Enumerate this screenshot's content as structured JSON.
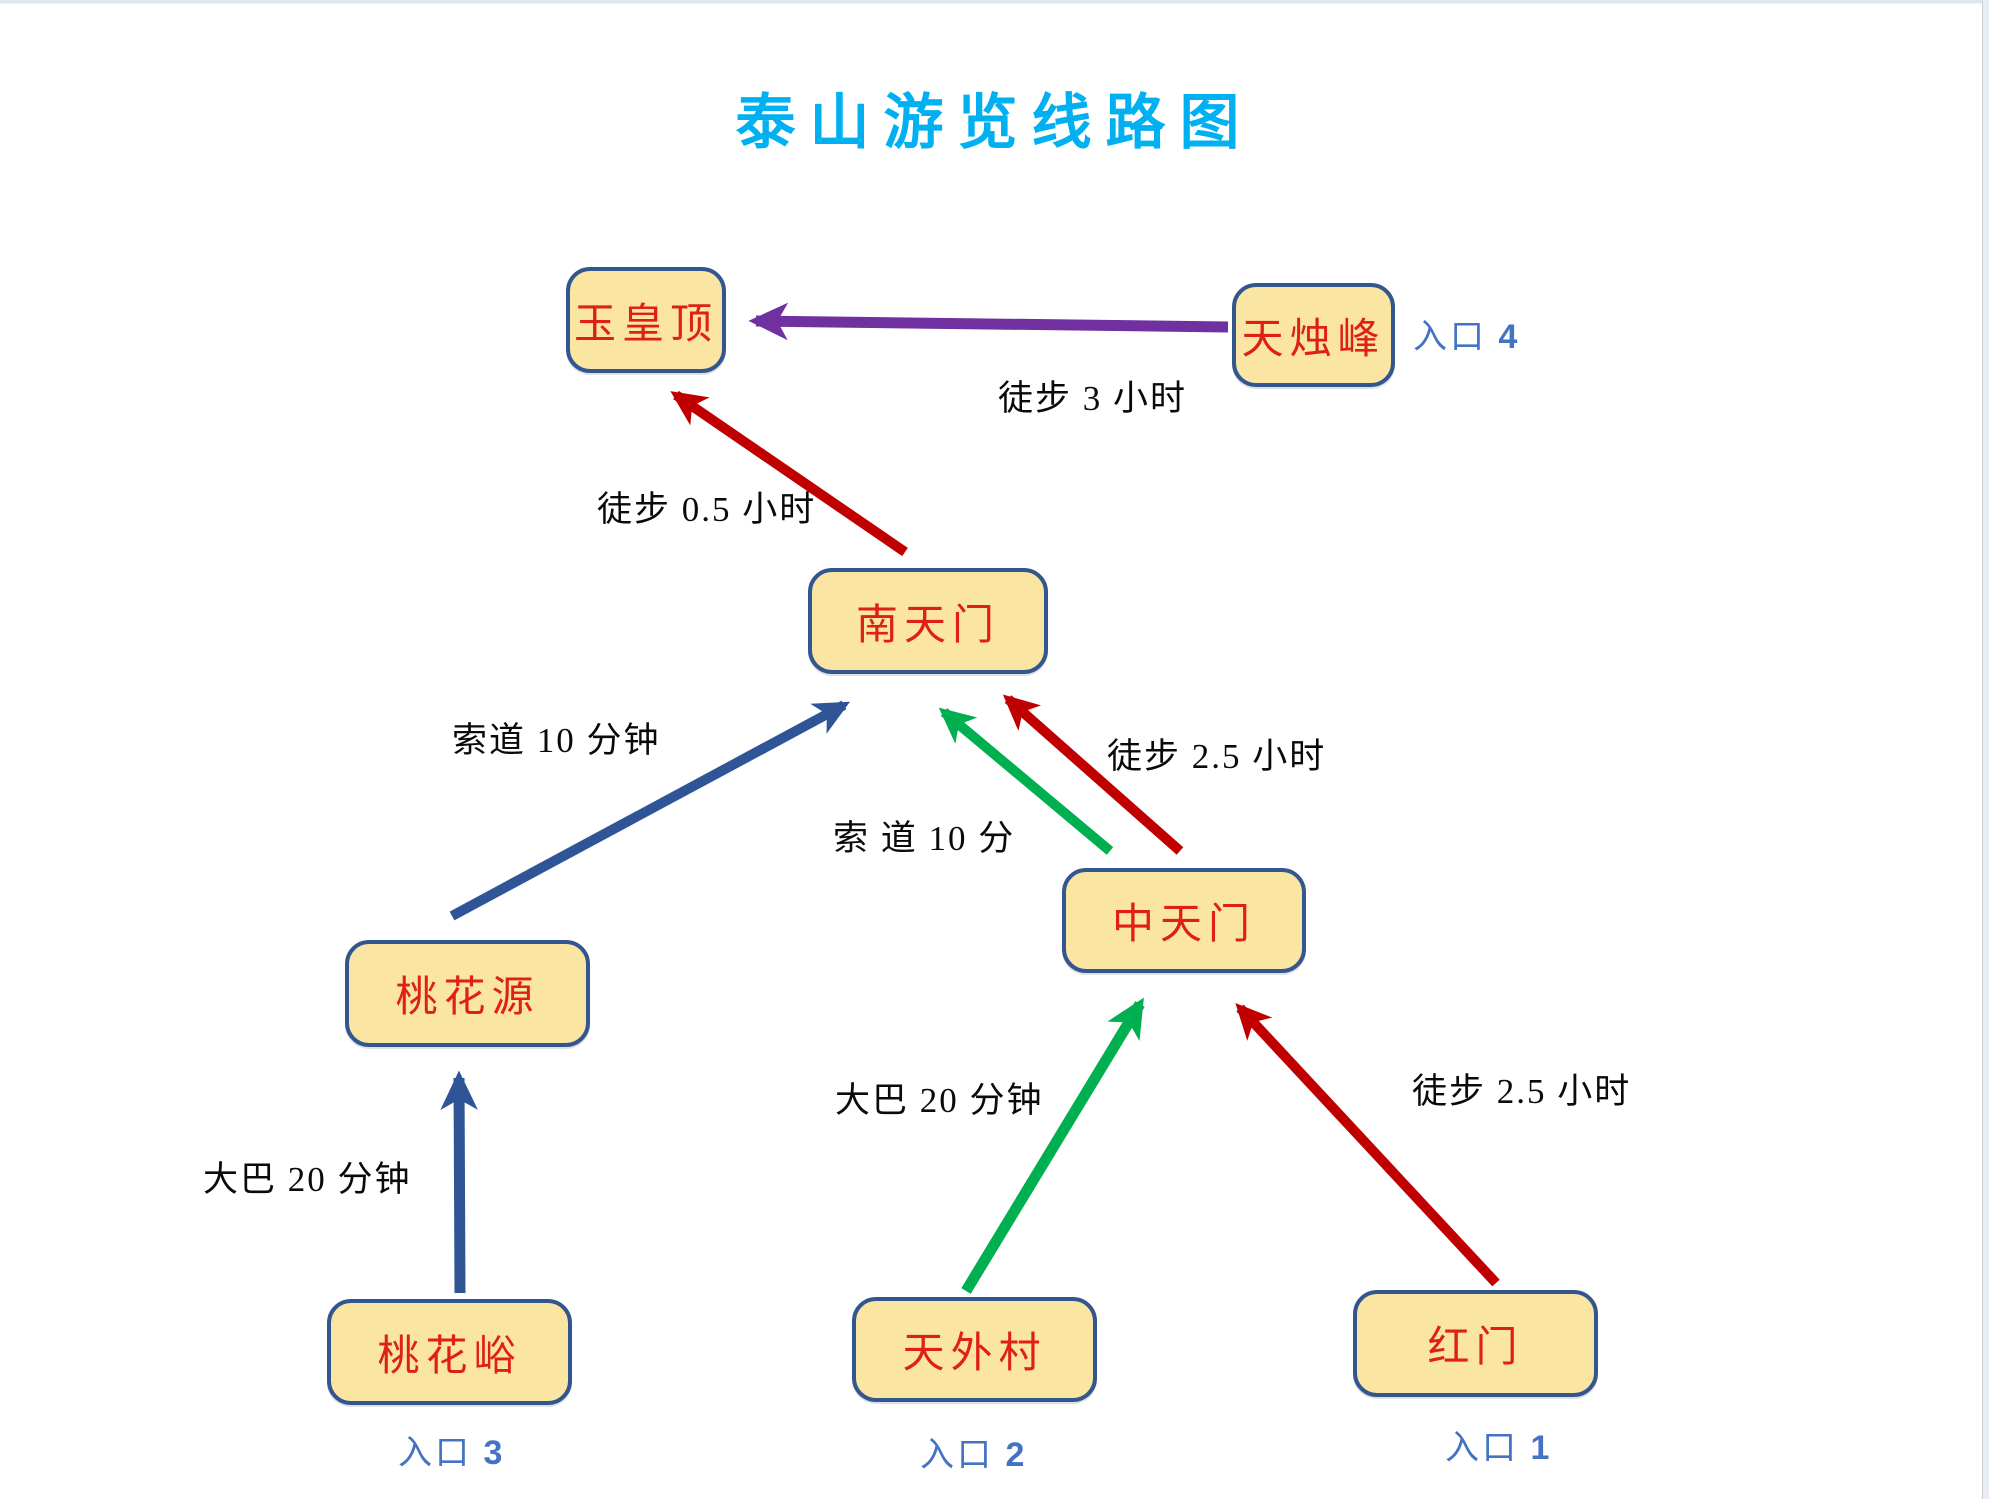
{
  "title": {
    "text": "泰山游览线路图",
    "color": "#00B0F0"
  },
  "colors": {
    "node_fill": "#FBE5A2",
    "node_border": "#33568F",
    "node_text": "#DF2015",
    "arrow_red": "#C00000",
    "arrow_blue": "#2F5597",
    "arrow_green": "#00AF50",
    "arrow_purple": "#7030A0",
    "entrance_blue": "#4472C4",
    "title_blue": "#00B0F0"
  },
  "nodes": [
    {
      "id": "yuhuangding",
      "label": "玉皇顶"
    },
    {
      "id": "tianzhufeng",
      "label": "天烛峰"
    },
    {
      "id": "nantianmen",
      "label": "南天门"
    },
    {
      "id": "zhongtianmen",
      "label": "中天门"
    },
    {
      "id": "taohuayuan",
      "label": "桃花源"
    },
    {
      "id": "taohuayu",
      "label": "桃花峪"
    },
    {
      "id": "tianwaicun",
      "label": "天外村"
    },
    {
      "id": "hongmen",
      "label": "红门"
    }
  ],
  "entrances": [
    {
      "text": "入口",
      "number": "1"
    },
    {
      "text": "入口",
      "number": "2"
    },
    {
      "text": "入口",
      "number": "3"
    },
    {
      "text": "入口",
      "number": "4"
    }
  ],
  "edges": [
    {
      "from": "天烛峰",
      "to": "玉皇顶",
      "label": "徒步 3 小时",
      "color": "#7030A0"
    },
    {
      "from": "南天门",
      "to": "玉皇顶",
      "label": "徒步 0.5 小时",
      "color": "#C00000"
    },
    {
      "from": "桃花源",
      "to": "南天门",
      "label": "索道 10 分钟",
      "color": "#2F5597"
    },
    {
      "from": "中天门",
      "to": "南天门",
      "label": "索 道 10 分",
      "color": "#00AF50"
    },
    {
      "from": "中天门",
      "to": "南天门",
      "label": "徒步 2.5 小时",
      "color": "#C00000"
    },
    {
      "from": "桃花峪",
      "to": "桃花源",
      "label": "大巴 20 分钟",
      "color": "#2F5597"
    },
    {
      "from": "天外村",
      "to": "中天门",
      "label": "大巴 20 分钟",
      "color": "#00AF50"
    },
    {
      "from": "红门",
      "to": "中天门",
      "label": "徒步 2.5 小时",
      "color": "#C00000"
    }
  ]
}
